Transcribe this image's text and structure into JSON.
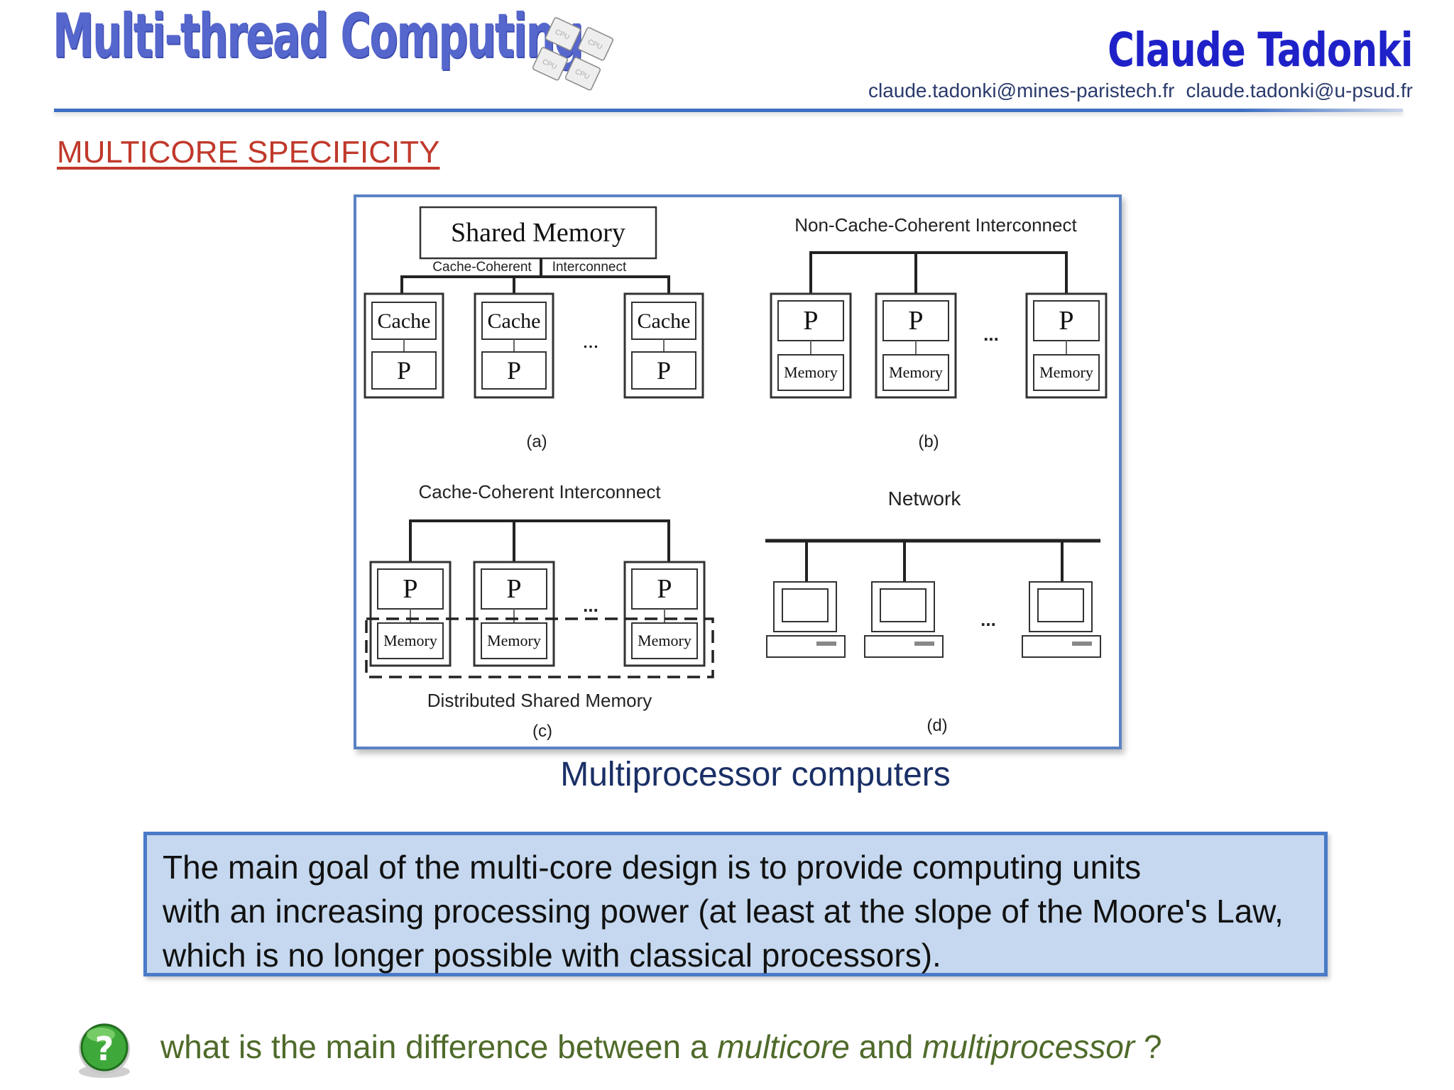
{
  "header": {
    "course_title": "Multi-thread Computing",
    "author": "Claude  Tadonki",
    "emails": [
      "claude.tadonki@mines-paristech.fr",
      "claude.tadonki@u-psud.fr"
    ],
    "logo_chip_labels": [
      "CPU",
      "CPU",
      "CPU",
      "CPU"
    ]
  },
  "section_title": "MULTICORE SPECIFICITY",
  "figure": {
    "caption": "Multiprocessor computers",
    "panel_a": {
      "shared_memory": "Shared Memory",
      "interconnect_left": "Cache-Coherent",
      "interconnect_right": "Interconnect",
      "cache_label": "Cache",
      "proc_label": "P",
      "ellipsis": "...",
      "sublabel": "(a)"
    },
    "panel_b": {
      "interconnect": "Non-Cache-Coherent Interconnect",
      "proc_label": "P",
      "memory_label": "Memory",
      "ellipsis": "...",
      "sublabel": "(b)"
    },
    "panel_c": {
      "interconnect": "Cache-Coherent Interconnect",
      "proc_label": "P",
      "memory_label": "Memory",
      "ellipsis": "...",
      "dsm_label": "Distributed Shared Memory",
      "sublabel": "(c)"
    },
    "panel_d": {
      "network": "Network",
      "ellipsis": "...",
      "sublabel": "(d)"
    }
  },
  "note": {
    "lines": [
      "The main goal of the multi-core design is to provide computing units",
      "with an increasing processing power (at least at the slope of the Moore's Law,",
      "which is no longer possible with classical processors)."
    ]
  },
  "question": {
    "part1": "what is the main difference between a ",
    "term1": "multicore",
    "part2": " and ",
    "term2": "multiprocessor",
    "part3": " ?"
  },
  "colors": {
    "title_blue": "#5566cc",
    "author_blue": "#1f21c8",
    "section_red": "#c0392b",
    "frame_blue": "#5a82c4",
    "note_fill": "#c5d8ef",
    "question_green": "#4f6a2a"
  }
}
